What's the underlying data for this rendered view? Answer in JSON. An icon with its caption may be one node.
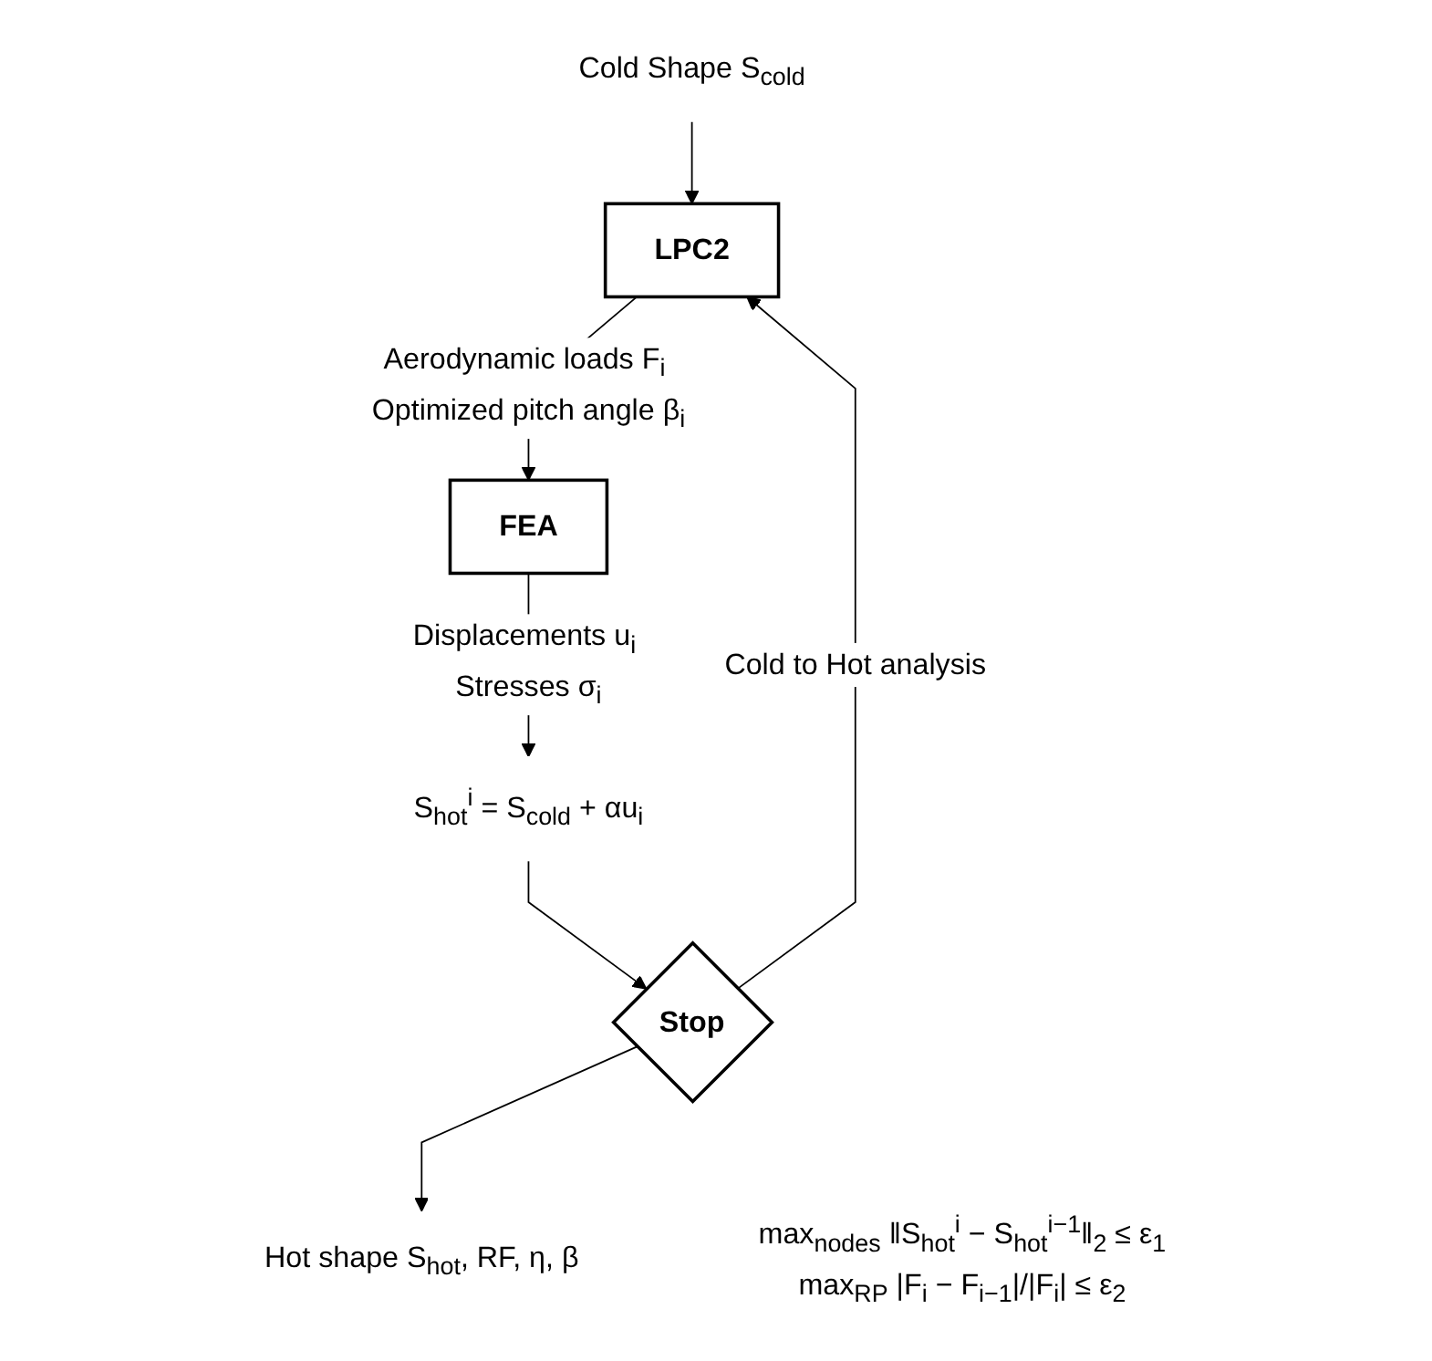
{
  "diagram": {
    "nodes": [
      {
        "text": [
          "Cold Shape S$_{cold}$"
        ]
      },
      {
        "text": [
          "LPC2"
        ]
      },
      {
        "text": [
          "FEA"
        ]
      },
      {
        "text": [
          "S$_{hot}$$^{i}$ = S$_{cold}$ + αu$_{i}$"
        ]
      },
      {
        "text": [
          "Stop"
        ],
        "beside": [
          "max$_{nodes}$ ‖S$_{hot}$$^{i}$ − S$_{hot}$$^{i−1}$‖$_{2}$ ≤ ε$_{1}$",
          "max$_{RP}$ |F$_{i}$ − F$_{i−1}$|/|F$_{i}$| ≤ ε$_{2}$"
        ]
      },
      {
        "text": [
          "Hot shape S$_{hot}$, RF, η, β"
        ]
      }
    ],
    "edges": [
      {
        "from": 0,
        "to": 1,
        "arrow": "to"
      },
      {
        "from": 1,
        "to": 2,
        "arrow": "to",
        "label": "Aerodynamic loads F$_{i}$ Optimized pitch angle β$_{i}$"
      },
      {
        "from": 2,
        "to": 3,
        "arrow": "to",
        "label": "Displacements u$_{i}$ Stresses σ$_{i}$"
      },
      {
        "from": 3,
        "to": 4,
        "arrow": "to"
      },
      {
        "from": 4,
        "to": 1,
        "arrow": "to",
        "label": "Cold to Hot analysis"
      },
      {
        "from": 4,
        "to": 5,
        "arrow": "to"
      }
    ]
  }
}
